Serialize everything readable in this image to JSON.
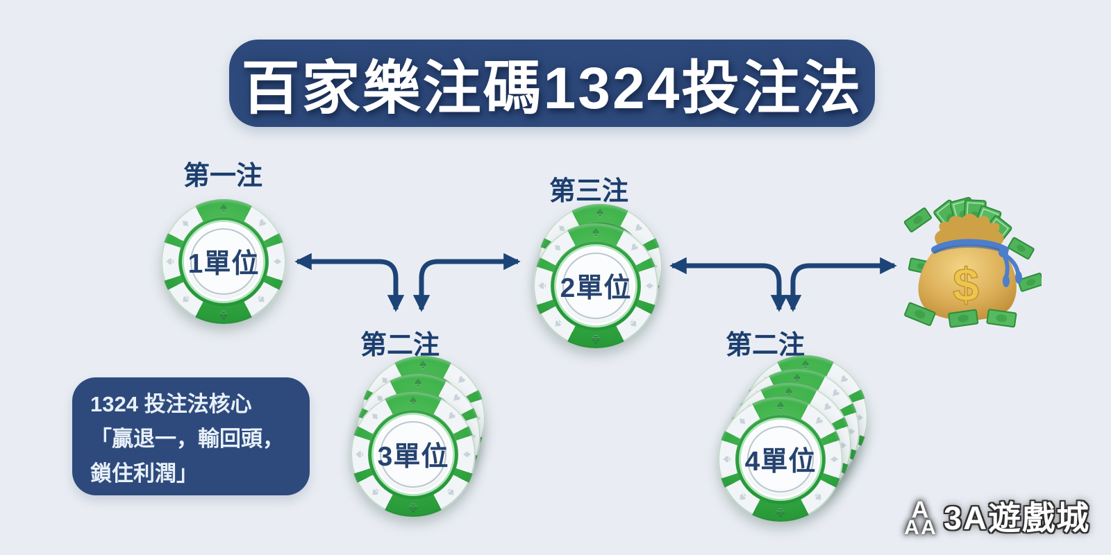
{
  "title": {
    "text": "百家樂注碼1324投注法"
  },
  "bets": [
    {
      "label": "第一注",
      "unit": "1單位",
      "chips": 1
    },
    {
      "label": "第二注",
      "unit": "3單位",
      "chips": 3
    },
    {
      "label": "第三注",
      "unit": "2單位",
      "chips": 2
    },
    {
      "label": "第二注",
      "unit": "4單位",
      "chips": 4
    }
  ],
  "note": {
    "lines": [
      "1324 投注法核心",
      "「贏退一，輸回頭，",
      "鎖住利潤」"
    ]
  },
  "money_bag": {
    "icon": "money-bag-icon",
    "dollar_sign": "$"
  },
  "logo": {
    "icon": "triple-a-icon",
    "text": "3A遊戲城"
  },
  "colors": {
    "background": "#e9edf3",
    "navy_panel": "#2e4a7c",
    "navy_text": "#1c3e6e",
    "arrow": "#1d4477",
    "chip_green": "#2fa43e",
    "chip_face": "#fafcfd",
    "gold": "#d9a94e",
    "bill_green": "#4fb35a"
  },
  "chip_decor": [
    {
      "angle": 0,
      "char": "♠",
      "tone": "dark"
    },
    {
      "angle": 45,
      "char": "♥",
      "tone": "light"
    },
    {
      "angle": 90,
      "char": "♦",
      "tone": "light"
    },
    {
      "angle": 135,
      "char": "♠",
      "tone": "light"
    },
    {
      "angle": 180,
      "char": "♣",
      "tone": "dark"
    },
    {
      "angle": 225,
      "char": "♠",
      "tone": "light"
    },
    {
      "angle": 270,
      "char": "♠",
      "tone": "light"
    },
    {
      "angle": 315,
      "char": "♦",
      "tone": "light"
    }
  ]
}
